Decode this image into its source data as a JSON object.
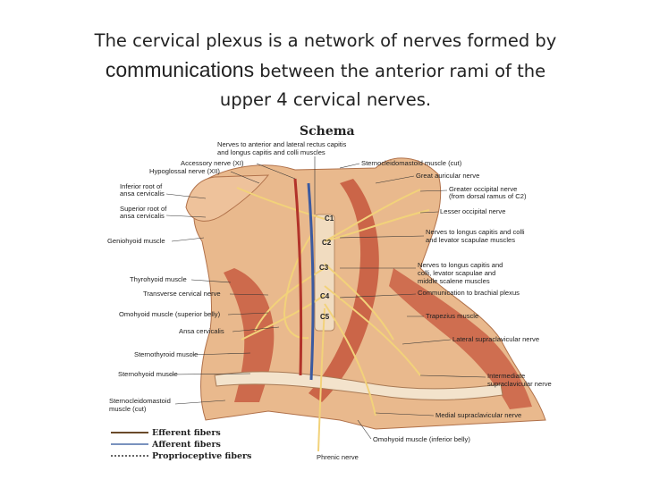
{
  "title": {
    "line1": "The cervical plexus is a network of nerves formed by",
    "line2_big": "communications",
    "line2_rest": " between the anterior rami of the",
    "line3": "upper 4 cervical nerves."
  },
  "figure": {
    "heading": "Schema",
    "labels_left": [
      "Nerves to anterior and lateral rectus capitis",
      "and longus capitis and colli muscles",
      "Accessory nerve (XI)",
      "Hypoglossal nerve (XII)",
      "Inferior root of",
      "ansa cervicalis",
      "Superior root of",
      "ansa cervicalis",
      "Geniohyoid muscle",
      "Thyrohyoid muscle",
      "Transverse cervical nerve",
      "Omohyoid muscle (superior belly)",
      "Ansa cervicalis",
      "Sternothyroid muscle",
      "Sternohyoid muscle",
      "Sternocleidomastoid",
      "muscle (cut)"
    ],
    "labels_right": [
      "Sternocleidomastoid muscle (cut)",
      "Great auricular nerve",
      "Greater occipital nerve",
      "(from dorsal ramus of C2)",
      "Lesser occipital nerve",
      "Nerves to longus capitis and colli",
      "and levator scapulae muscles",
      "Nerves to longus capitis and",
      "colli, levator scapulae and",
      "middle scalene muscles",
      "Communication to brachial plexus",
      "Trapezius muscle",
      "Lateral supraclavicular nerve",
      "Intermediate",
      "supraclavicular nerve",
      "Medial supraclavicular nerve",
      "Omohyoid muscle (inferior belly)",
      "Phrenic nerve"
    ],
    "cervical_levels": [
      "C1",
      "C2",
      "C3",
      "C4",
      "C5"
    ],
    "legend": [
      "Efferent fibers",
      "Afferent fibers",
      "Proprioceptive fibers"
    ]
  },
  "colors": {
    "skin": "#e9b98d",
    "muscle": "#c5563c",
    "nerve": "#f2d27a",
    "efferent": "#6a4a2a",
    "afferent": "#4d6fa8"
  }
}
